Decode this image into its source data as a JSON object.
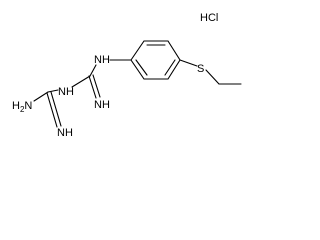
{
  "structure": {
    "salt_label": "HCl",
    "atoms": {
      "amino_nh2": {
        "main": "H",
        "sub": "2",
        "tail": "N"
      },
      "nh_left": "NH",
      "imine_left": "NH",
      "imine_right": "NH",
      "nh_right": "NH",
      "sulfur": "S"
    }
  }
}
